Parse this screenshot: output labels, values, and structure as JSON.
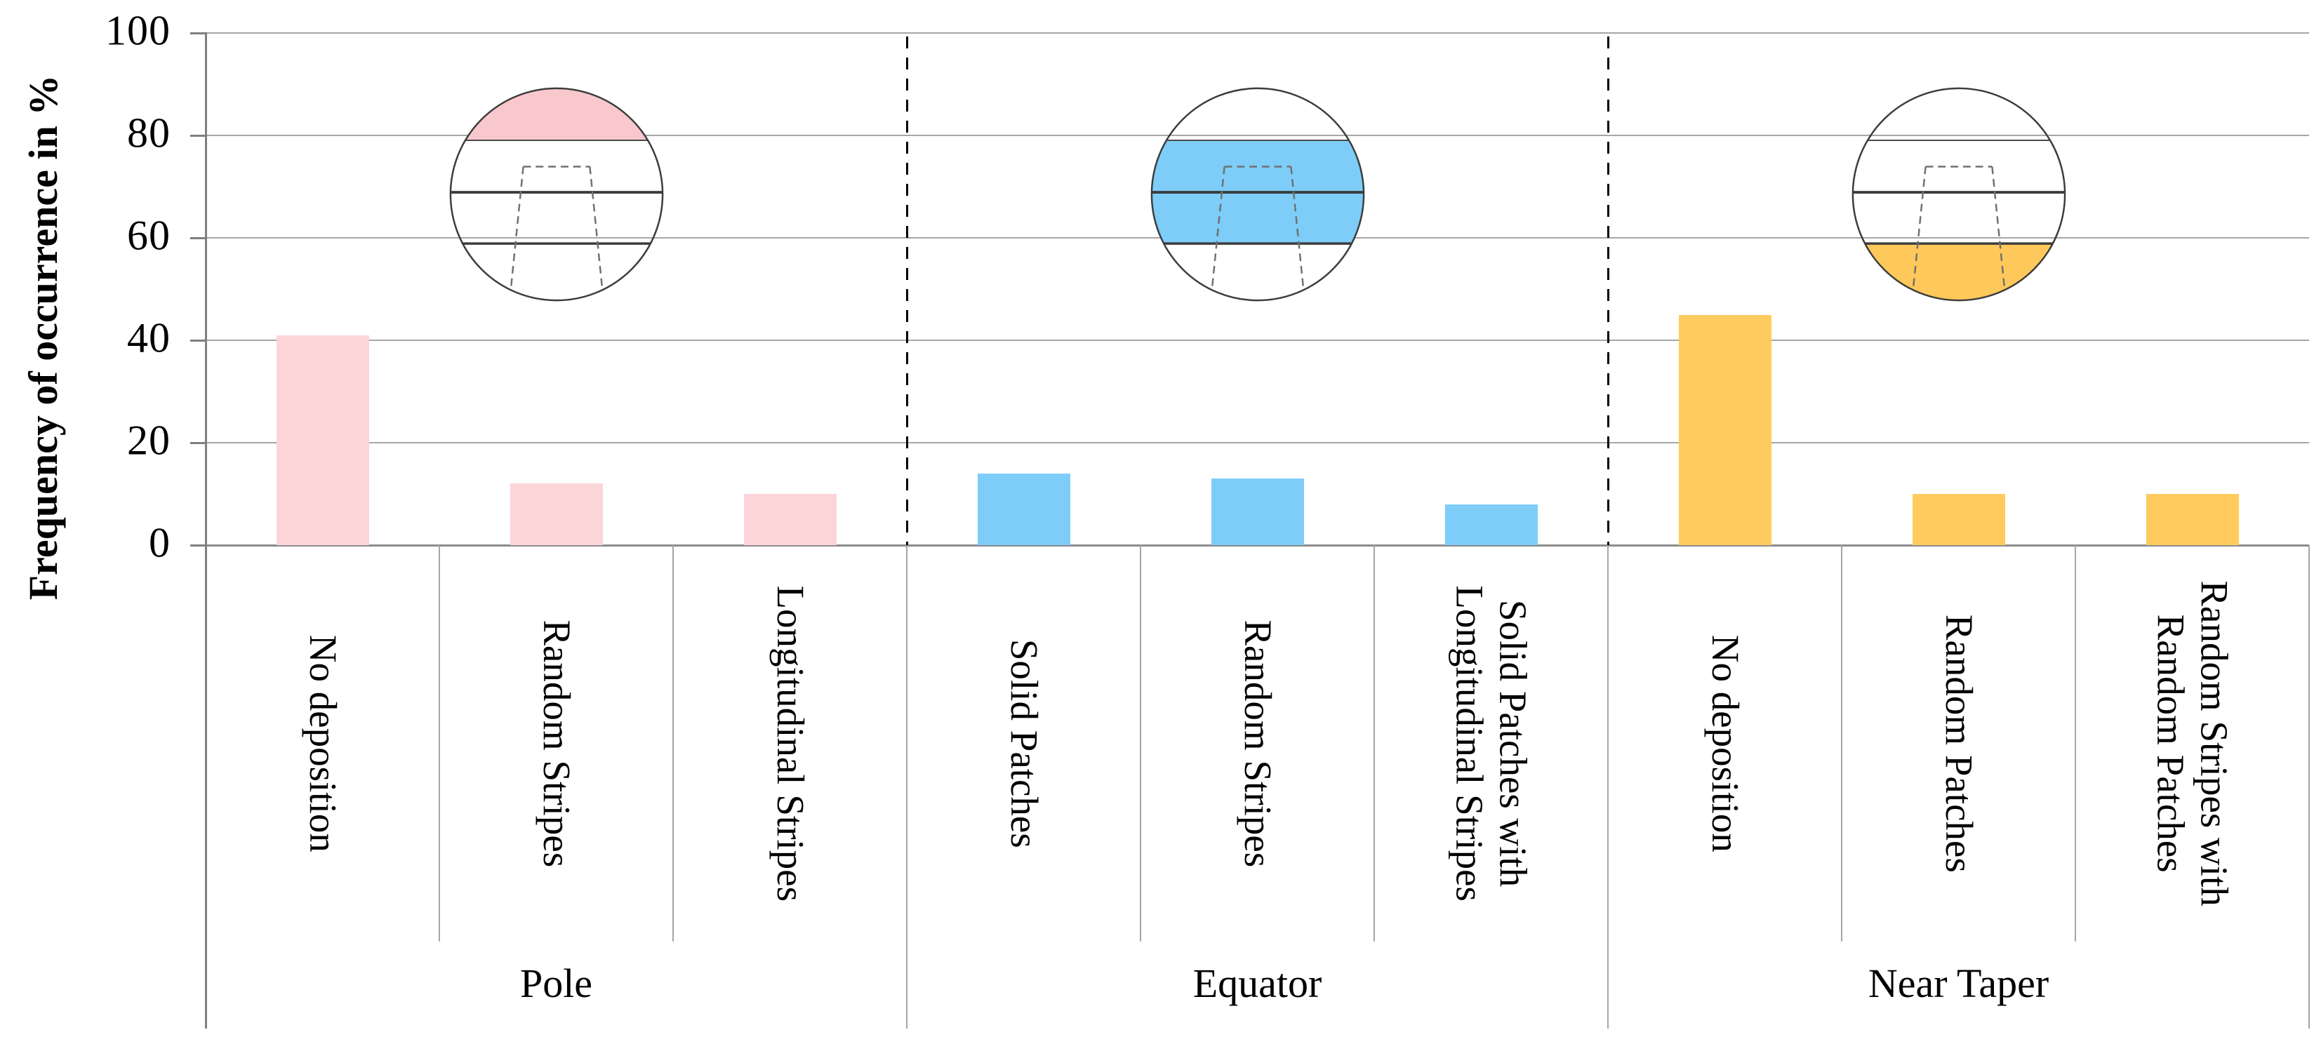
{
  "chart_data": {
    "type": "bar",
    "title": "",
    "ylabel": "Frequency of occurrence in %",
    "ylim": [
      0,
      100
    ],
    "yticks": [
      0,
      20,
      40,
      60,
      80,
      100
    ],
    "grid": true,
    "legend": "none",
    "groups": [
      {
        "label": "Pole",
        "bar_color": "#FCD5D9",
        "icon_fill": "#F9C8CD",
        "icon_region": "pole",
        "categories": [
          "No deposition",
          "Random Stripes",
          "Longitudinal Stripes"
        ],
        "values": [
          41,
          12,
          10
        ]
      },
      {
        "label": "Equator",
        "bar_color": "#7DCDF8",
        "icon_fill": "#7DCDF8",
        "icon_region": "equator",
        "categories": [
          "Solid Patches",
          "Random Stripes",
          "Solid Patches with\nLongitudinal Stripes"
        ],
        "values": [
          14,
          13,
          8
        ]
      },
      {
        "label": "Near Taper",
        "bar_color": "#FFCB5F",
        "icon_fill": "#FFC85A",
        "icon_region": "near-taper",
        "categories": [
          "No deposition",
          "Random Patches",
          "Random Stripes with\nRandom Patches"
        ],
        "values": [
          45,
          10,
          10
        ]
      }
    ],
    "icons": [
      {
        "name": "sphere-pole-icon",
        "description": "sphere outline, top cap shaded, dashed taper trapezoid"
      },
      {
        "name": "sphere-equator-icon",
        "description": "sphere outline, equator band shaded, dashed taper trapezoid"
      },
      {
        "name": "sphere-near-taper-icon",
        "description": "sphere outline, bottom cap shaded, dashed taper trapezoid"
      }
    ],
    "colors": {
      "pink": "#FCD5D9",
      "blue": "#7DCDF8",
      "orange": "#FFCB5F",
      "gridline": "#A6A6A6",
      "axis": "#7F7F7F",
      "separator_dash": "#000000",
      "sphere_outline": "#3C3C3C",
      "taper_dash": "#707070"
    }
  }
}
